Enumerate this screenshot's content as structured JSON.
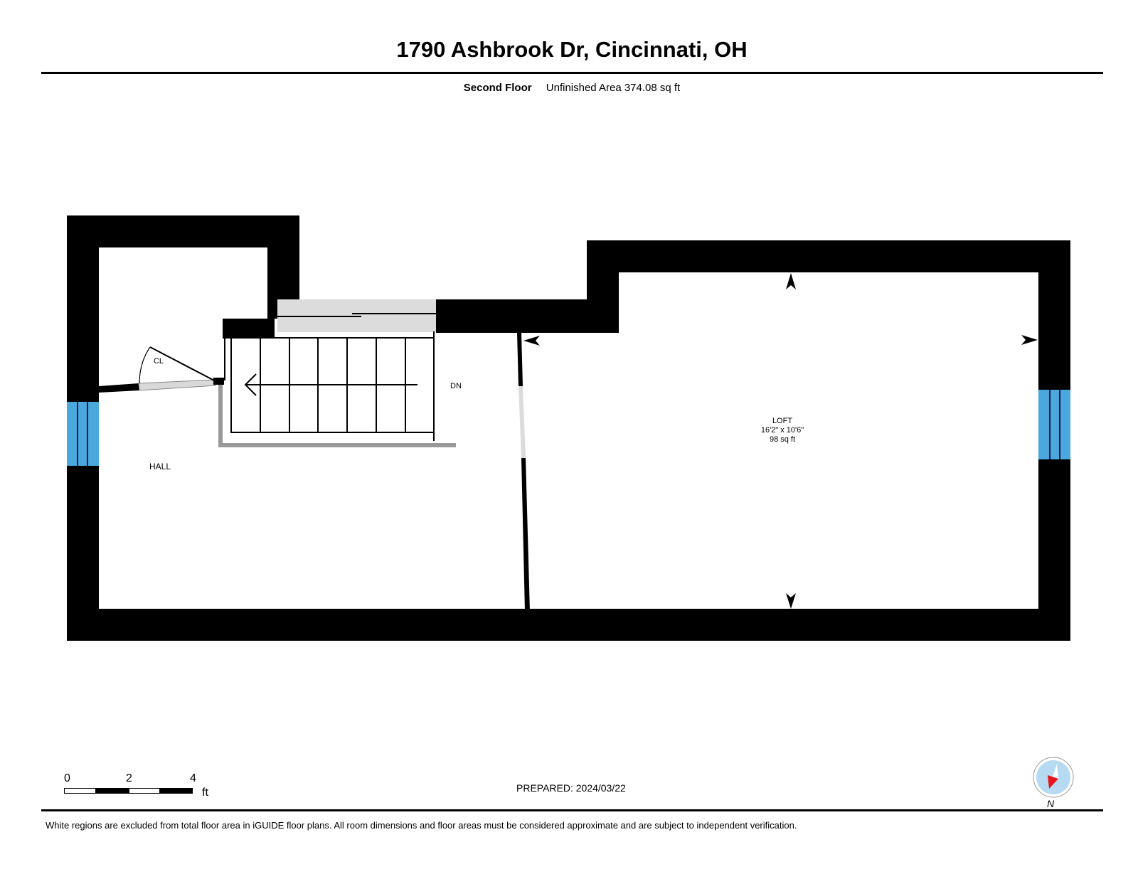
{
  "header": {
    "title": "1790 Ashbrook Dr, Cincinnati, OH",
    "floor_name": "Second Floor",
    "area_summary": "Unfinished Area 374.08 sq ft"
  },
  "rooms": [
    {
      "name": "CL",
      "dimensions": "",
      "area": ""
    },
    {
      "name": "HALL",
      "dimensions": "",
      "area": ""
    },
    {
      "name": "LOFT",
      "dimensions": "16'2\" x 10'6\"",
      "area": "98 sq ft"
    }
  ],
  "stair": {
    "label": "DN",
    "direction": "left"
  },
  "colors": {
    "wall": "#000000",
    "window": "#4aa8dc",
    "stair_landing": "#dcdcdc",
    "door_swing": "#d9d9d9",
    "compass_fill": "#b5daf2",
    "compass_needle": "#e8141b"
  },
  "scale_bar": {
    "ticks": [
      "0",
      "2",
      "4"
    ],
    "unit": "ft"
  },
  "footer": {
    "prepared": "PREPARED: 2024/03/22",
    "disclaimer": "White regions are excluded from total floor area in iGUIDE floor plans. All room dimensions and floor areas must be considered approximate and are subject to independent verification."
  },
  "compass": {
    "label": "N"
  }
}
